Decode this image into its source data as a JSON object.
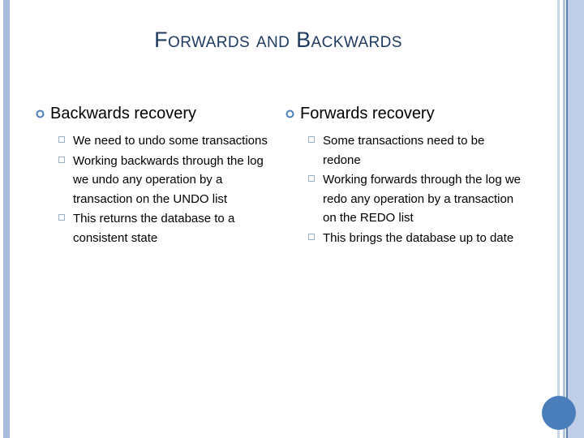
{
  "slide": {
    "title": "Forwards and Backwards",
    "background_color": "#ffffff",
    "title_color": "#1f3a60",
    "accent_color": "#4a7ebb",
    "stripe_color": "#a7bbd8",
    "bullet_l1_glyph": "circle-outline",
    "bullet_l2_glyph": "square-outline",
    "columns": [
      {
        "heading": "Backwards recovery",
        "items": [
          "We need to undo some transactions",
          "Working backwards through the log we undo any operation by a transaction on the UNDO list",
          "This returns the database to a consistent state"
        ]
      },
      {
        "heading": "Forwards recovery",
        "items": [
          "Some transactions need to be redone",
          "Working forwards through the log we redo any operation by a transaction on the REDO list",
          "This brings the database up to date"
        ]
      }
    ]
  }
}
